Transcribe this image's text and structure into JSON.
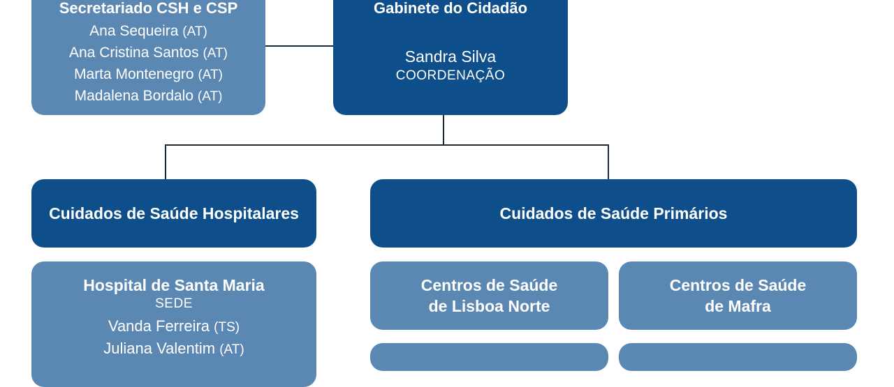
{
  "secretariado": {
    "title": "Secretariado CSH e CSP",
    "people": [
      {
        "name": "Ana Sequeira",
        "role": "(AT)"
      },
      {
        "name": "Ana Cristina Santos",
        "role": "(AT)"
      },
      {
        "name": "Marta Montenegro",
        "role": "(AT)"
      },
      {
        "name": "Madalena Bordalo",
        "role": "(AT)"
      }
    ]
  },
  "gabinete": {
    "title": "Gabinete do Cidadão",
    "person": "Sandra Silva",
    "label": "COORDENAÇÃO"
  },
  "hospitalares": {
    "title": "Cuidados de Saúde Hospitalares"
  },
  "primarios": {
    "title": "Cuidados de Saúde Primários"
  },
  "hospital": {
    "title": "Hospital de Santa Maria",
    "label": "SEDE",
    "people": [
      {
        "name": "Vanda Ferreira",
        "role": "(TS)"
      },
      {
        "name": "Juliana Valentim",
        "role": "(AT)"
      }
    ]
  },
  "centros": [
    {
      "line1": "Centros de Saúde",
      "line2": "de Lisboa Norte"
    },
    {
      "line1": "Centros de Saúde",
      "line2": "de Mafra"
    }
  ],
  "colors": {
    "dark": "#0e4e8a",
    "light": "#5b87b3",
    "connector": "#1a2a3a"
  }
}
